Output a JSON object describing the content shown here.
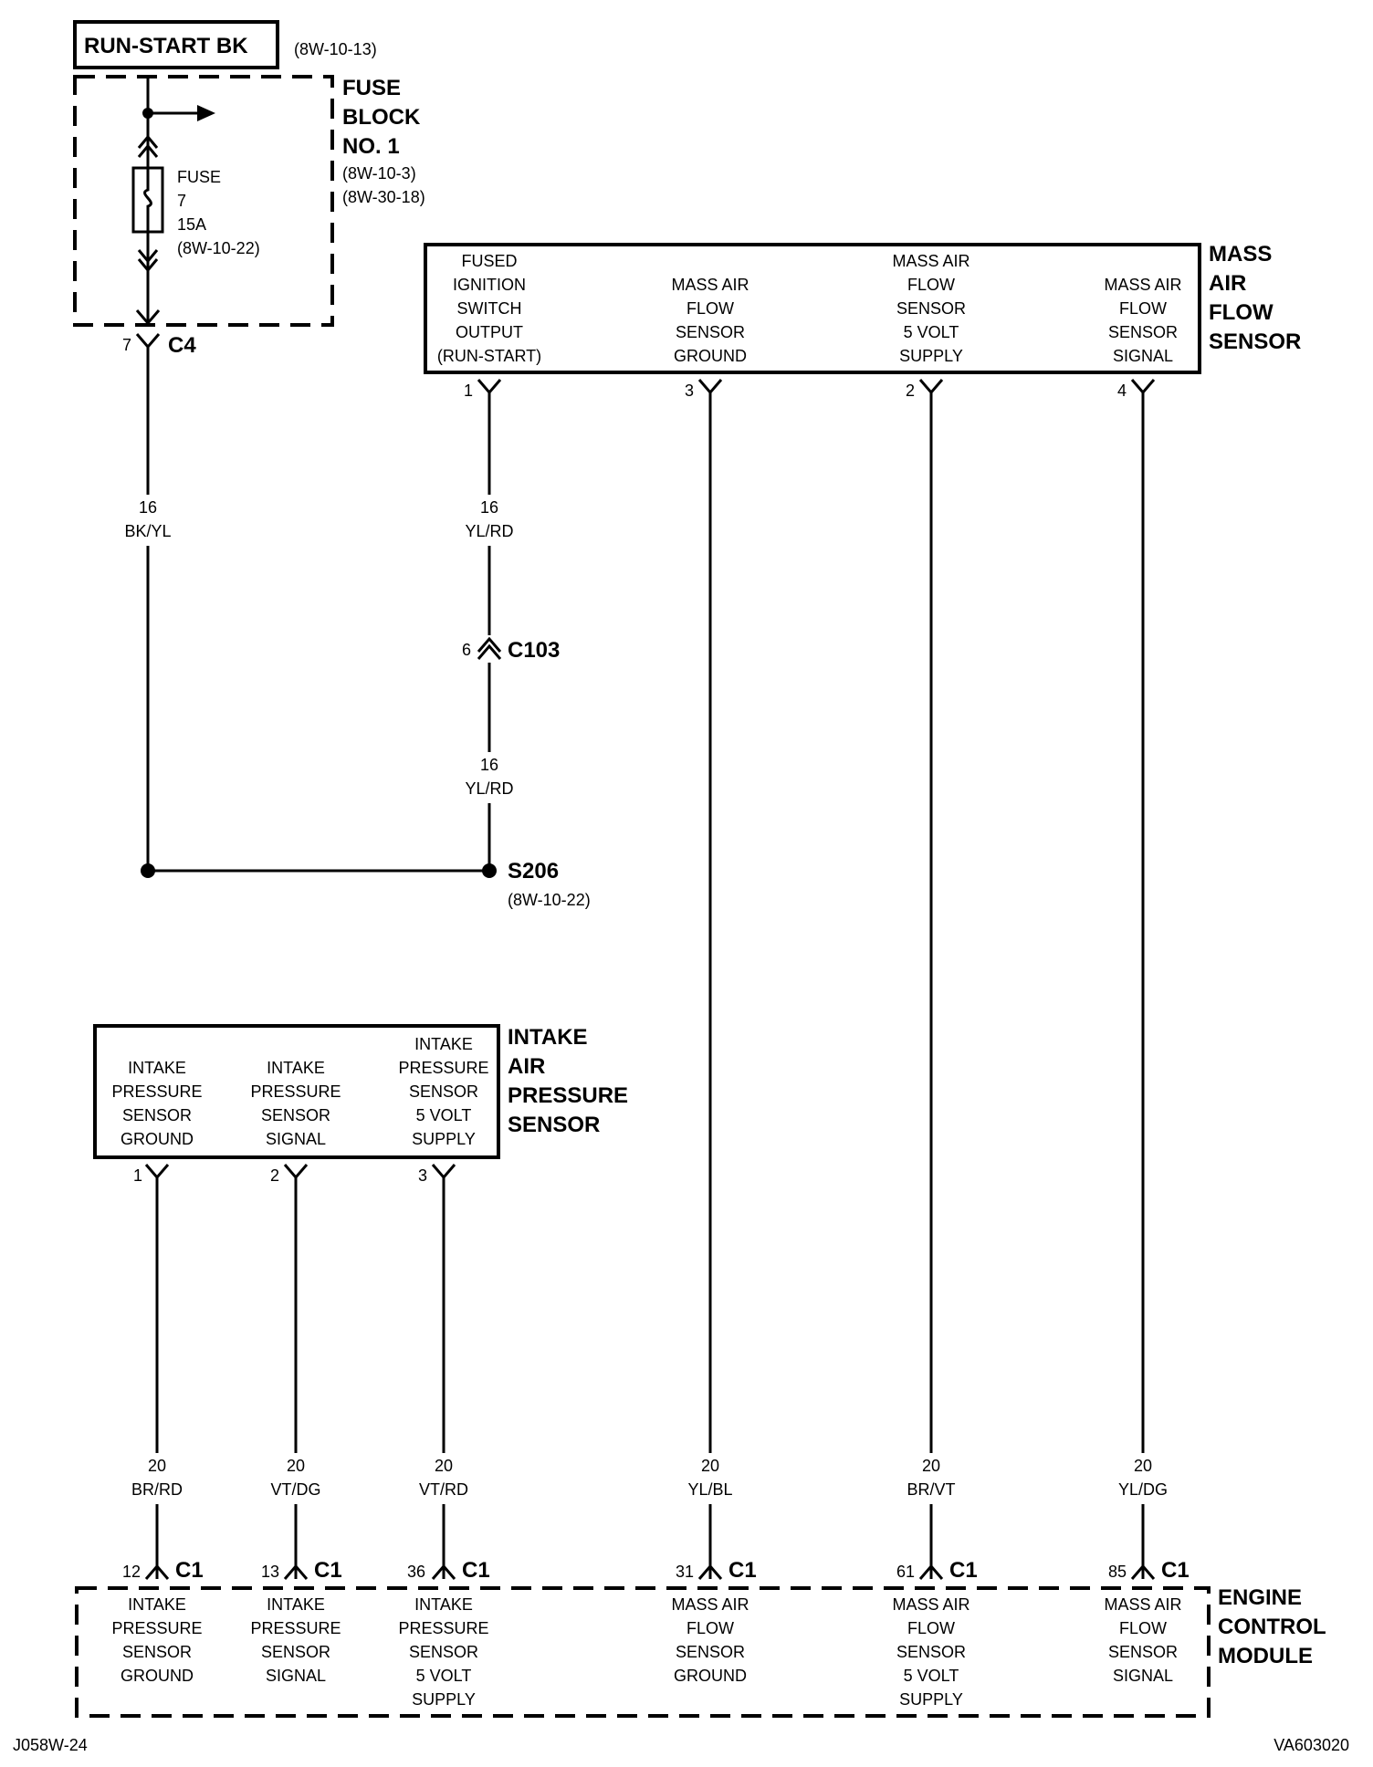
{
  "power": {
    "label": "RUN-START BK",
    "ref": "(8W-10-13)"
  },
  "fuse_block": {
    "title": [
      "FUSE",
      "BLOCK",
      "NO. 1"
    ],
    "refs": [
      "(8W-10-3)",
      "(8W-30-18)"
    ],
    "fuse": [
      "FUSE",
      "7",
      "15A",
      "(8W-10-22)"
    ],
    "out_pin": "7",
    "out_conn": "C4"
  },
  "maf": {
    "title": [
      "MASS",
      "AIR",
      "FLOW",
      "SENSOR"
    ],
    "cols": [
      {
        "lines": [
          "FUSED",
          "IGNITION",
          "SWITCH",
          "OUTPUT",
          "(RUN-START)"
        ],
        "pin": "1"
      },
      {
        "lines": [
          "MASS AIR",
          "FLOW",
          "SENSOR",
          "GROUND"
        ],
        "pin": "3"
      },
      {
        "lines": [
          "MASS AIR",
          "FLOW",
          "SENSOR",
          "5 VOLT",
          "SUPPLY"
        ],
        "pin": "2"
      },
      {
        "lines": [
          "MASS AIR",
          "FLOW",
          "SENSOR",
          "SIGNAL"
        ],
        "pin": "4"
      }
    ]
  },
  "wires": {
    "bk_yl": [
      "16",
      "BK/YL"
    ],
    "yl_rd_upper": [
      "16",
      "YL/RD"
    ],
    "yl_rd_lower": [
      "16",
      "YL/RD"
    ],
    "c103_pin": "6",
    "c103": "C103",
    "splice": "S206",
    "splice_ref": "(8W-10-22)"
  },
  "iap": {
    "title": [
      "INTAKE",
      "AIR",
      "PRESSURE",
      "SENSOR"
    ],
    "cols": [
      {
        "lines": [
          "INTAKE",
          "PRESSURE",
          "SENSOR",
          "GROUND"
        ],
        "pin": "1"
      },
      {
        "lines": [
          "INTAKE",
          "PRESSURE",
          "SENSOR",
          "SIGNAL"
        ],
        "pin": "2"
      },
      {
        "lines": [
          "INTAKE",
          "PRESSURE",
          "SENSOR",
          "5 VOLT",
          "SUPPLY"
        ],
        "pin": "3"
      }
    ]
  },
  "bottom_wires": [
    [
      "20",
      "BR/RD"
    ],
    [
      "20",
      "VT/DG"
    ],
    [
      "20",
      "VT/RD"
    ],
    [
      "20",
      "YL/BL"
    ],
    [
      "20",
      "BR/VT"
    ],
    [
      "20",
      "YL/DG"
    ]
  ],
  "ecm": {
    "title": [
      "ENGINE",
      "CONTROL",
      "MODULE"
    ],
    "conn": "C1",
    "cols": [
      {
        "pin": "12",
        "lines": [
          "INTAKE",
          "PRESSURE",
          "SENSOR",
          "GROUND"
        ]
      },
      {
        "pin": "13",
        "lines": [
          "INTAKE",
          "PRESSURE",
          "SENSOR",
          "SIGNAL"
        ]
      },
      {
        "pin": "36",
        "lines": [
          "INTAKE",
          "PRESSURE",
          "SENSOR",
          "5 VOLT",
          "SUPPLY"
        ]
      },
      {
        "pin": "31",
        "lines": [
          "MASS AIR",
          "FLOW",
          "SENSOR",
          "GROUND"
        ]
      },
      {
        "pin": "61",
        "lines": [
          "MASS AIR",
          "FLOW",
          "SENSOR",
          "5 VOLT",
          "SUPPLY"
        ]
      },
      {
        "pin": "85",
        "lines": [
          "MASS AIR",
          "FLOW",
          "SENSOR",
          "SIGNAL"
        ]
      }
    ]
  },
  "footer": {
    "left": "J058W-24",
    "right": "VA603020"
  }
}
